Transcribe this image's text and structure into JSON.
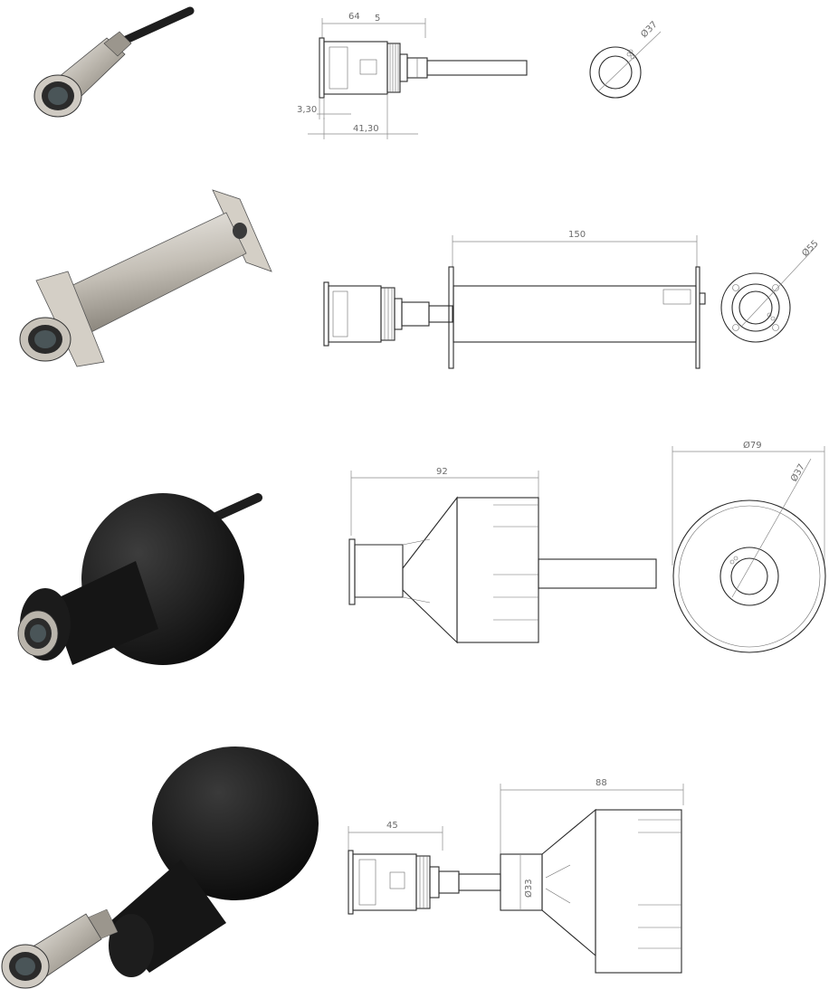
{
  "colors": {
    "background": "#ffffff",
    "drawing_line": "#2a2a2a",
    "dimension_line": "#8a8a8a",
    "dimension_text": "#6b6b6b",
    "steel_light": "#d9d6d0",
    "steel_dark": "#8f8a82",
    "black_housing": "#121212",
    "cable": "#1e1e1e"
  },
  "rows": [
    {
      "render_icon": "steel-uplight-with-cable-render",
      "dimensions": {
        "length": "64",
        "small": "5",
        "flange": "3,30",
        "body": "41,30",
        "diameter": "Ø37"
      }
    },
    {
      "render_icon": "steel-uplight-with-mounting-tube-render",
      "dimensions": {
        "tube_length": "150",
        "flange_diameter": "Ø55"
      }
    },
    {
      "render_icon": "uplight-in-black-cone-housing-render",
      "dimensions": {
        "length": "92",
        "outer_diameter": "Ø79",
        "inner_diameter": "Ø37"
      }
    },
    {
      "render_icon": "uplight-exploded-from-black-housing-render",
      "dimensions": {
        "light_length": "45",
        "housing_length": "88",
        "neck_diameter": "Ø33"
      }
    }
  ]
}
